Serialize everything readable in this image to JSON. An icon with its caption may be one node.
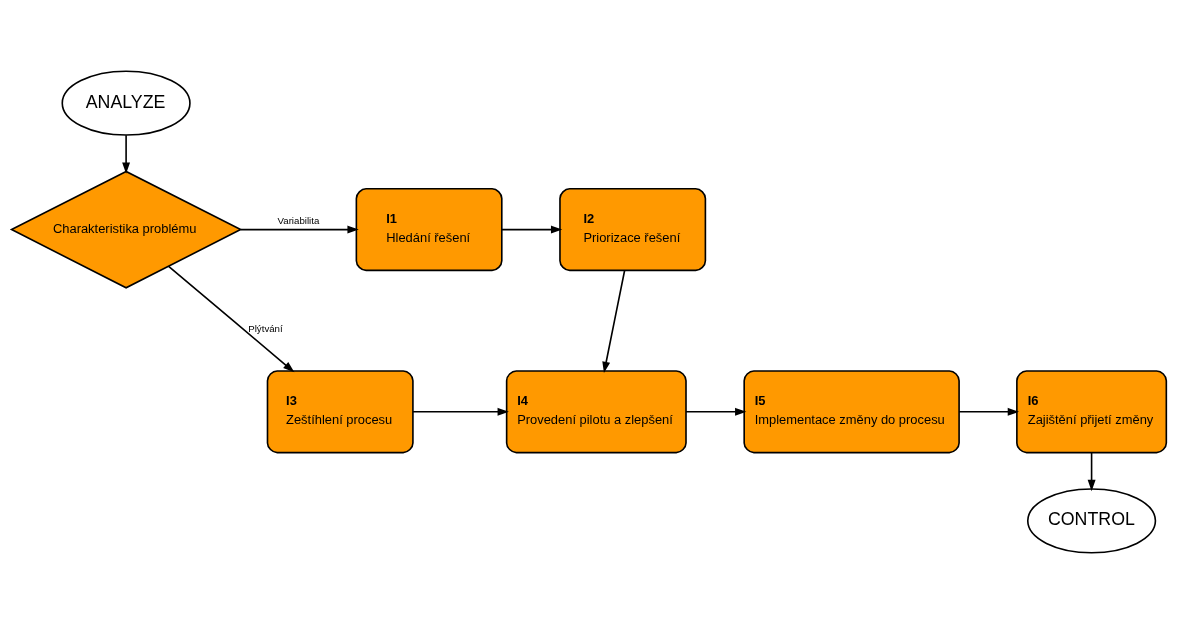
{
  "diagram": {
    "nodes": [
      {
        "text": [
          "ANALYZE"
        ]
      },
      {
        "text": [
          "Charakteristika problému"
        ]
      },
      {
        "text": [
          "I1",
          "Hledání řešení"
        ]
      },
      {
        "text": [
          "I2",
          "Priorizace řešení"
        ]
      },
      {
        "text": [
          "I3",
          "Zeštíhlení procesu"
        ]
      },
      {
        "text": [
          "I4",
          "Provedení pilotu a zlepšení"
        ]
      },
      {
        "text": [
          "I5",
          "Implementace změny do procesu"
        ]
      },
      {
        "text": [
          "I6",
          "Zajištění přijetí změny"
        ]
      },
      {
        "text": [
          "CONTROL"
        ]
      }
    ],
    "edges": [
      {
        "from": 0,
        "to": 1,
        "arrow": "to"
      },
      {
        "from": 1,
        "to": 2,
        "arrow": "to",
        "label": "Variabilita"
      },
      {
        "from": 1,
        "to": 4,
        "arrow": "to",
        "label": "Plýtvání"
      },
      {
        "from": 2,
        "to": 3,
        "arrow": "to"
      },
      {
        "from": 3,
        "to": 5,
        "arrow": "to"
      },
      {
        "from": 4,
        "to": 5,
        "arrow": "to"
      },
      {
        "from": 5,
        "to": 6,
        "arrow": "to"
      },
      {
        "from": 6,
        "to": 7,
        "arrow": "to"
      },
      {
        "from": 7,
        "to": 8,
        "arrow": "to"
      }
    ]
  }
}
